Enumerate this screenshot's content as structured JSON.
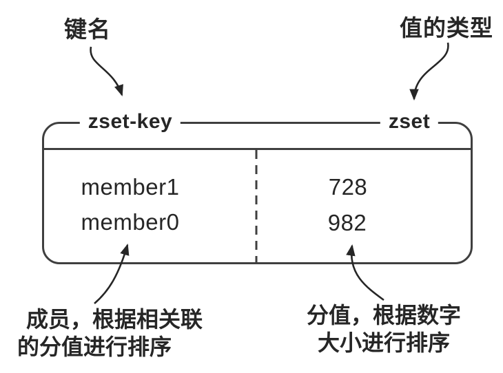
{
  "annotations": {
    "key_name": "键名",
    "value_type": "值的类型",
    "member_note_line1": "成员，根据相关联",
    "member_note_line2": "的分值进行排序",
    "score_note_line1": "分值，根据数字",
    "score_note_line2": "大小进行排序"
  },
  "box": {
    "key": "zset-key",
    "type": "zset",
    "entries": [
      {
        "member": "member1",
        "score": "728"
      },
      {
        "member": "member0",
        "score": "982"
      }
    ]
  },
  "colors": {
    "ink": "#262626",
    "line": "#3f3f3f",
    "background": "#ffffff"
  }
}
